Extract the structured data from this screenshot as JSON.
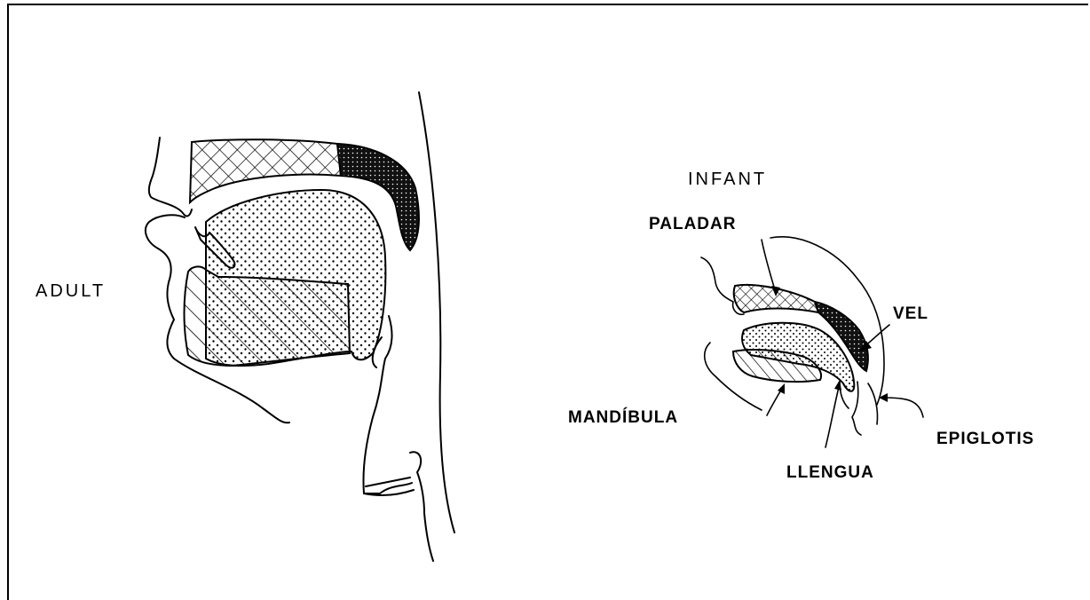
{
  "adult_label": "ADULT",
  "infant_label": "INFANT",
  "labels": {
    "paladar": "PALADAR",
    "vel": "VEL",
    "mandibula": "MANDÍBULA",
    "epiglotis": "EPIGLOTIS",
    "llengua": "LLENGUA"
  },
  "colors": {
    "ink": "#000000",
    "paper": "#ffffff"
  }
}
